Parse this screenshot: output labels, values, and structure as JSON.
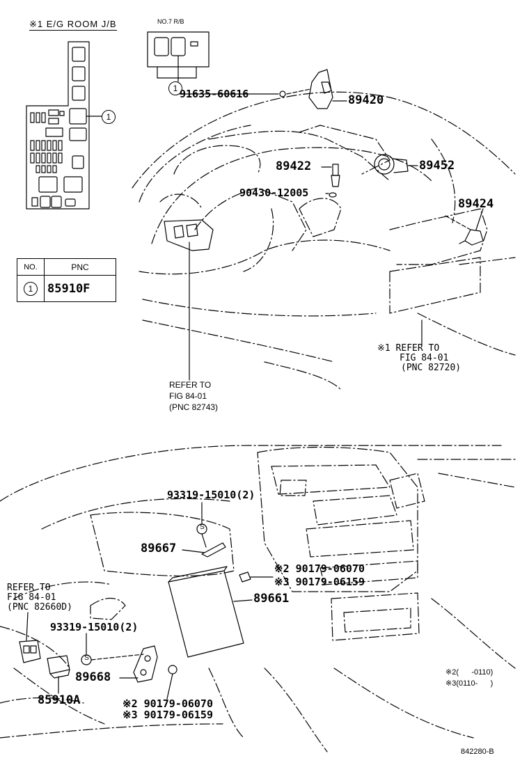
{
  "top": {
    "eg_room_label": "※1 E/G ROOM J/B",
    "no7_label": "NO.7 R/B",
    "callout_num": "1",
    "table": {
      "headers": [
        "NO.",
        "PNC"
      ],
      "rows": [
        {
          "no": "1",
          "pnc": "85910F"
        }
      ]
    },
    "parts": {
      "p91635": "91635-60616",
      "p89420": "89420",
      "p89422": "89422",
      "p89452": "89452",
      "p90430": "90430-12005",
      "p89424": "89424"
    },
    "refer_left": [
      "REFER TO",
      "FIG 84-01",
      "(PNC 82743)"
    ],
    "refer_right": [
      "※1 REFER TO",
      "FIG 84-01",
      "(PNC 82720)"
    ]
  },
  "bottom": {
    "parts": {
      "p93319_top": "93319-15010(2)",
      "p89667": "89667",
      "p90179_06070_top": "※2 90179-06070",
      "p90179_06159_top": "※3 90179-06159",
      "p89661": "89661",
      "p93319_left": "93319-15010(2)",
      "p89668": "89668",
      "p85910A": "85910A",
      "p90179_06070_bot": "※2 90179-06070",
      "p90179_06159_bot": "※3 90179-06159"
    },
    "refer_left": [
      "REFER TO",
      "FIG 84-01",
      "(PNC 82660D)"
    ],
    "notes": [
      "※2(      -0110)",
      "※3(0110-      )"
    ],
    "s_mark": "S",
    "figure_id": "842280-B"
  }
}
